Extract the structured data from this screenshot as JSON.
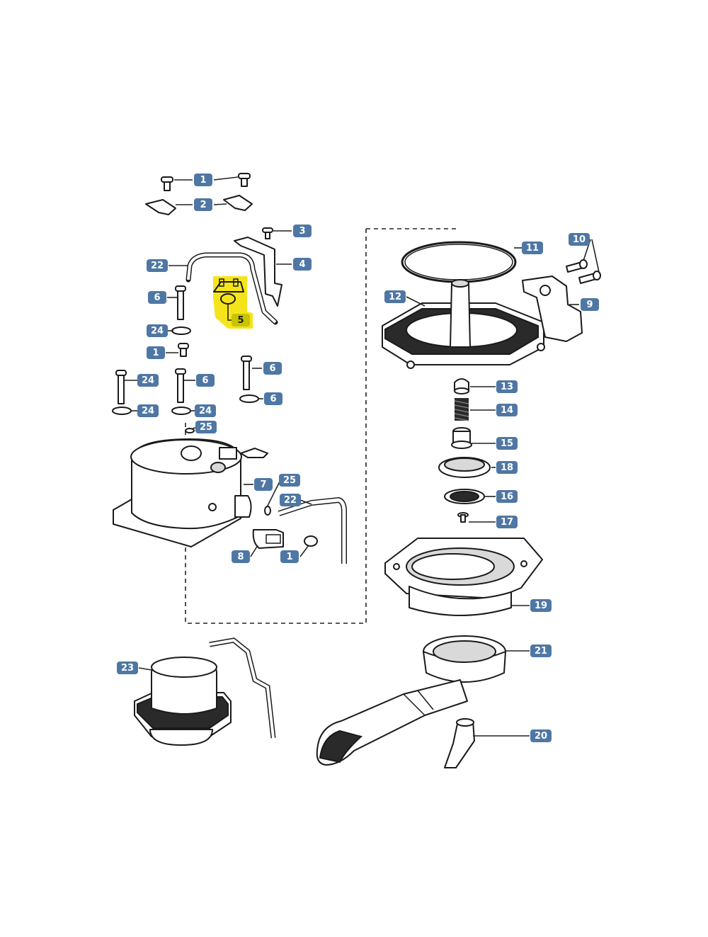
{
  "colors": {
    "callout": "#4f77a4",
    "highlight": "#f5e41a",
    "highlight_label": "#c8c400",
    "outline": "#1a1a1a"
  },
  "callouts": [
    {
      "label": "1",
      "highlighted": false
    },
    {
      "label": "2",
      "highlighted": false
    },
    {
      "label": "3",
      "highlighted": false
    },
    {
      "label": "4",
      "highlighted": false
    },
    {
      "label": "5",
      "highlighted": true
    },
    {
      "label": "6",
      "highlighted": false
    },
    {
      "label": "24",
      "highlighted": false
    },
    {
      "label": "1",
      "highlighted": false
    },
    {
      "label": "6",
      "highlighted": false
    },
    {
      "label": "6",
      "highlighted": false
    },
    {
      "label": "24",
      "highlighted": false
    },
    {
      "label": "6",
      "highlighted": false
    },
    {
      "label": "24",
      "highlighted": false
    },
    {
      "label": "24",
      "highlighted": false
    },
    {
      "label": "25",
      "highlighted": false
    },
    {
      "label": "22",
      "highlighted": false
    },
    {
      "label": "7",
      "highlighted": false
    },
    {
      "label": "25",
      "highlighted": false
    },
    {
      "label": "22",
      "highlighted": false
    },
    {
      "label": "8",
      "highlighted": false
    },
    {
      "label": "1",
      "highlighted": false
    },
    {
      "label": "10",
      "highlighted": false
    },
    {
      "label": "11",
      "highlighted": false
    },
    {
      "label": "12",
      "highlighted": false
    },
    {
      "label": "9",
      "highlighted": false
    },
    {
      "label": "13",
      "highlighted": false
    },
    {
      "label": "14",
      "highlighted": false
    },
    {
      "label": "15",
      "highlighted": false
    },
    {
      "label": "18",
      "highlighted": false
    },
    {
      "label": "16",
      "highlighted": false
    },
    {
      "label": "17",
      "highlighted": false
    },
    {
      "label": "19",
      "highlighted": false
    },
    {
      "label": "21",
      "highlighted": false
    },
    {
      "label": "23",
      "highlighted": false
    },
    {
      "label": "20",
      "highlighted": false
    }
  ]
}
